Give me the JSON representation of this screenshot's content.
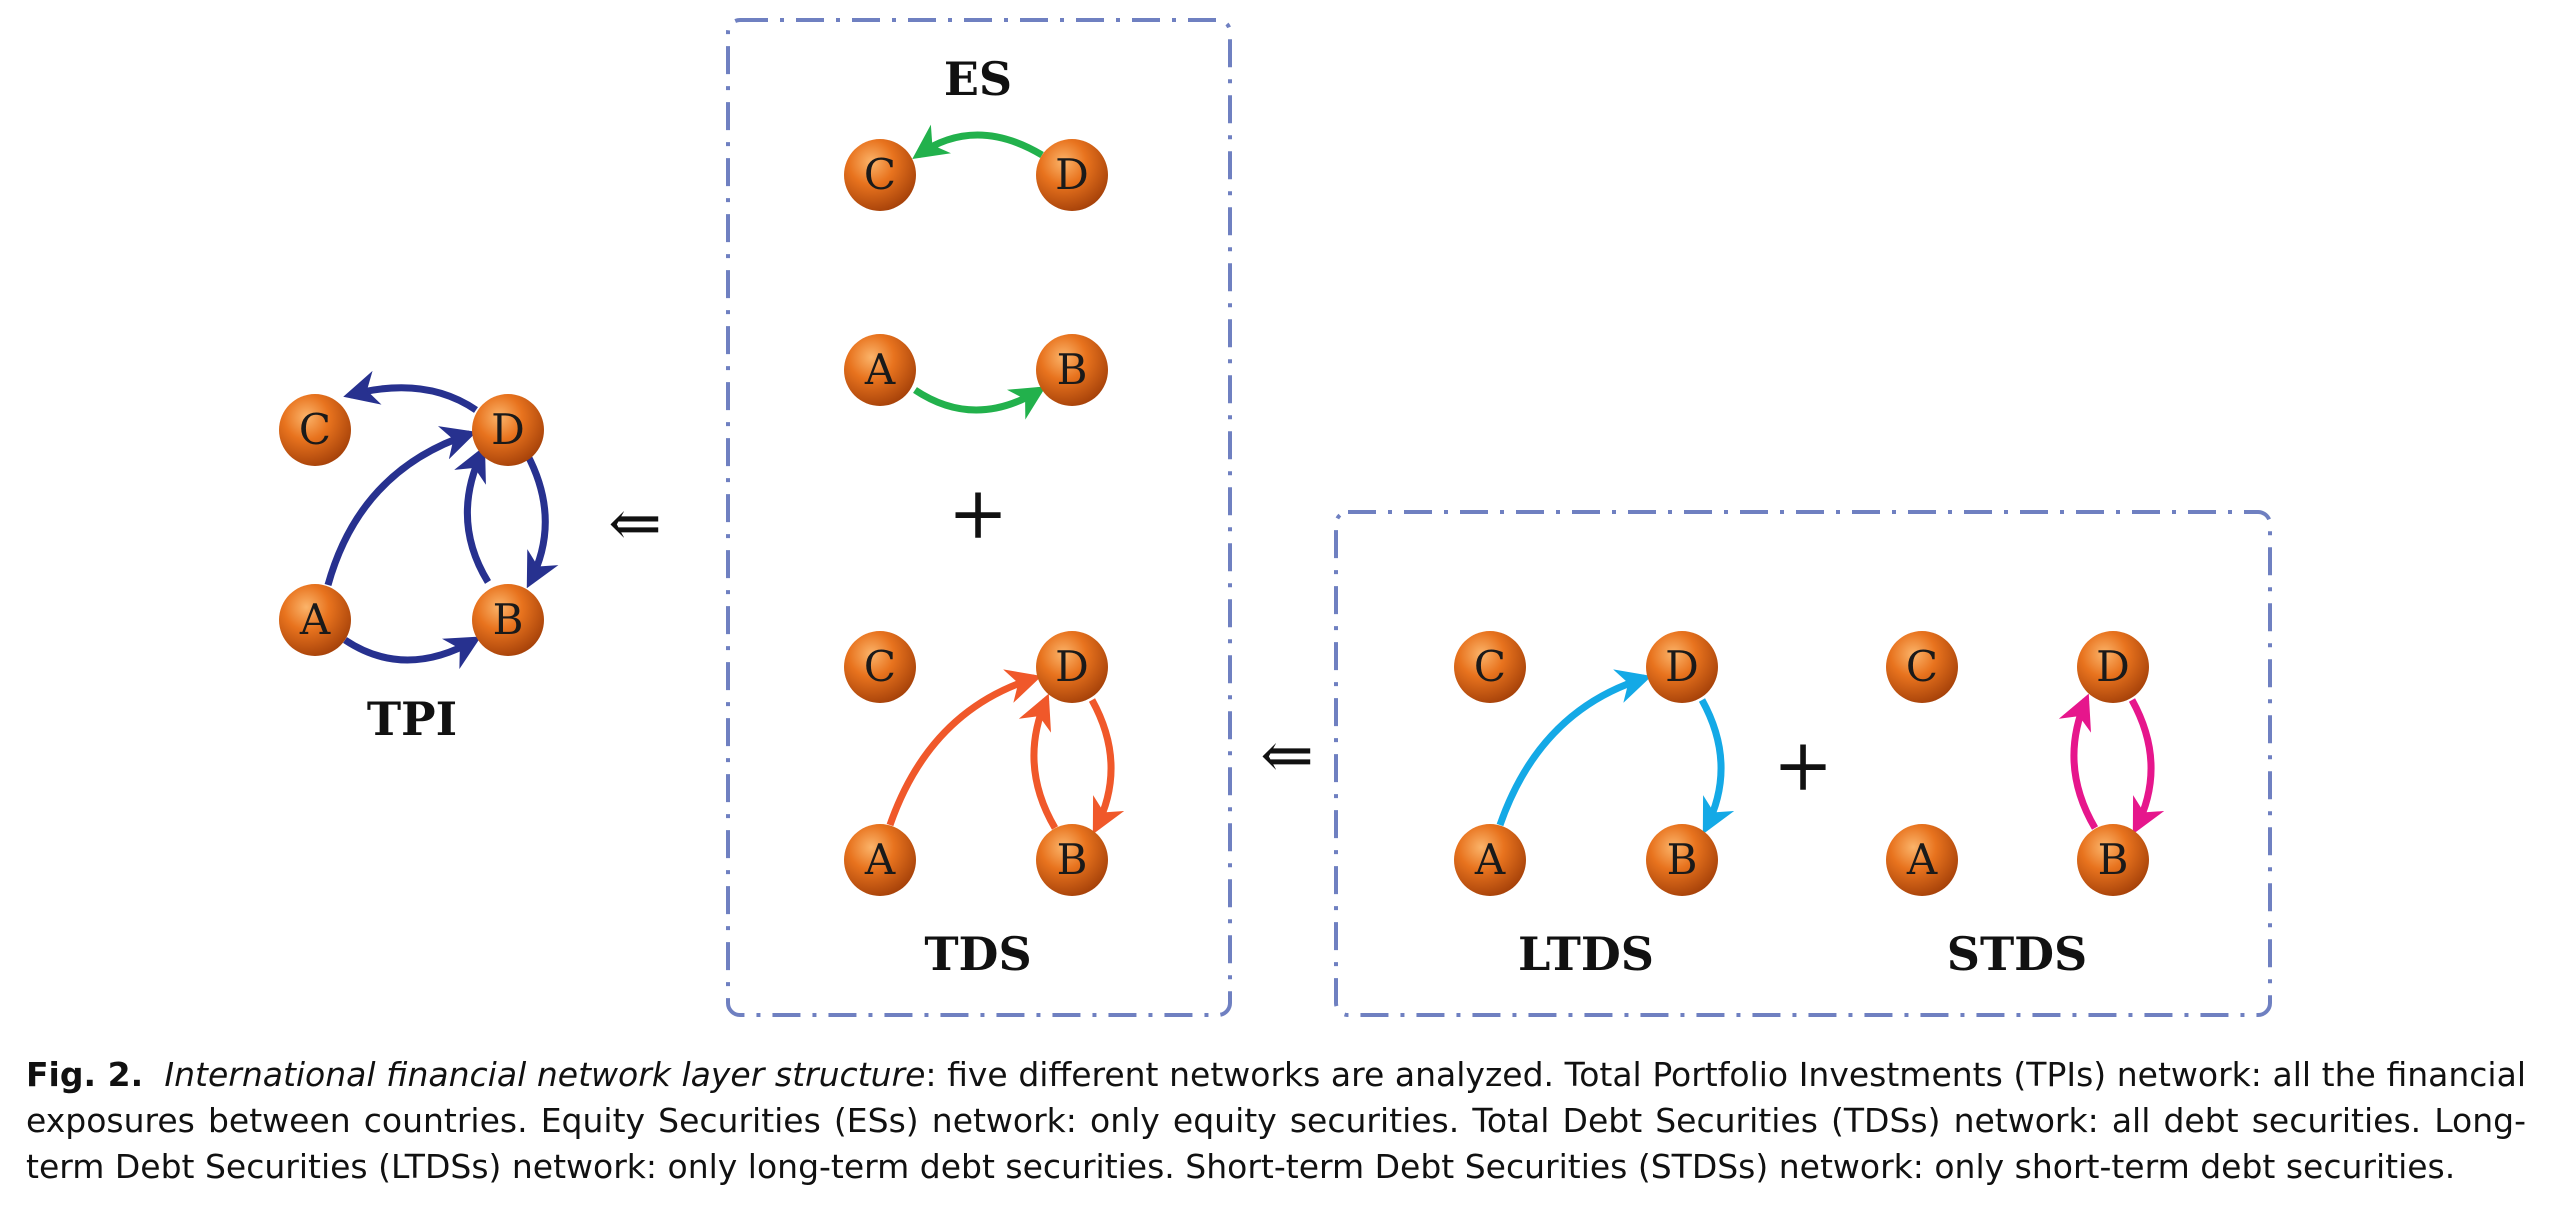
{
  "titles": {
    "tpi": "TPI",
    "es": "ES",
    "tds": "TDS",
    "ltds": "LTDS",
    "stds": "STDS"
  },
  "nodes": {
    "a": "A",
    "b": "B",
    "c": "C",
    "d": "D"
  },
  "operators": {
    "plus": "+",
    "implies": "⇐"
  },
  "colors": {
    "node_fill": "#e8731e",
    "tpi": "#27318f",
    "es": "#22b14c",
    "tds": "#f0582a",
    "ltds": "#14a9e6",
    "stds": "#e6168c",
    "box_border": "#6f80c1"
  },
  "caption": {
    "fig_label": "Fig. 2.",
    "italic_title": "International financial network layer structure",
    "text": ": five different networks are analyzed. Total Portfolio Investments (TPIs) network: all the financial exposures between countries. Equity Securities (ESs) network: only equity securities. Total Debt Securities (TDSs) network: all debt securities. Long-term Debt Securities (LTDSs) network: only long-term debt securities. Short-term Debt Securities (STDSs) network: only short-term debt securities."
  }
}
